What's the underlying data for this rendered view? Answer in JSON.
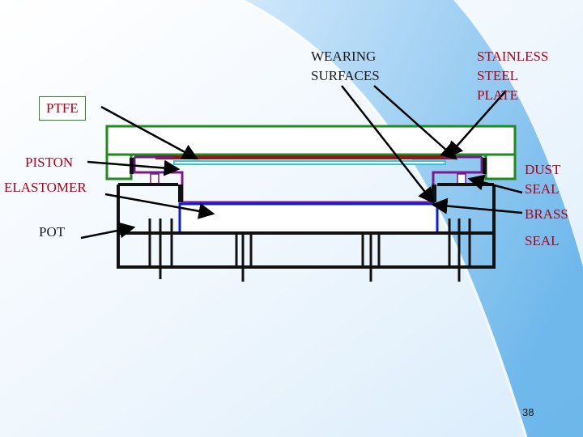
{
  "labels": {
    "ptfe": "PTFE",
    "wearing_surfaces": [
      "WEARING",
      "SURFACES"
    ],
    "stainless_steel_plate": [
      "STAINLESS",
      "STEEL",
      "PLATE"
    ],
    "piston": "PISTON",
    "elastomer": "ELASTOMER",
    "pot": "POT",
    "dust_seal": [
      "DUST",
      "SEAL"
    ],
    "brass": "BRASS",
    "seal": "SEAL"
  },
  "page_number": "38",
  "colors": {
    "background": "#eaf4fd",
    "swoosh": "#8ec6f3",
    "plate_green": "#1f8a1f",
    "steel_plate": "#8b1a1a",
    "ptfe_layer": "#33c6d8",
    "elastomer_blue": "#0a1fd6",
    "dust_seal_purple": "#7a1a8a",
    "brass_seal_magenta": "#e020d0",
    "pot_black": "#111111",
    "label_red": "#b0001a"
  }
}
